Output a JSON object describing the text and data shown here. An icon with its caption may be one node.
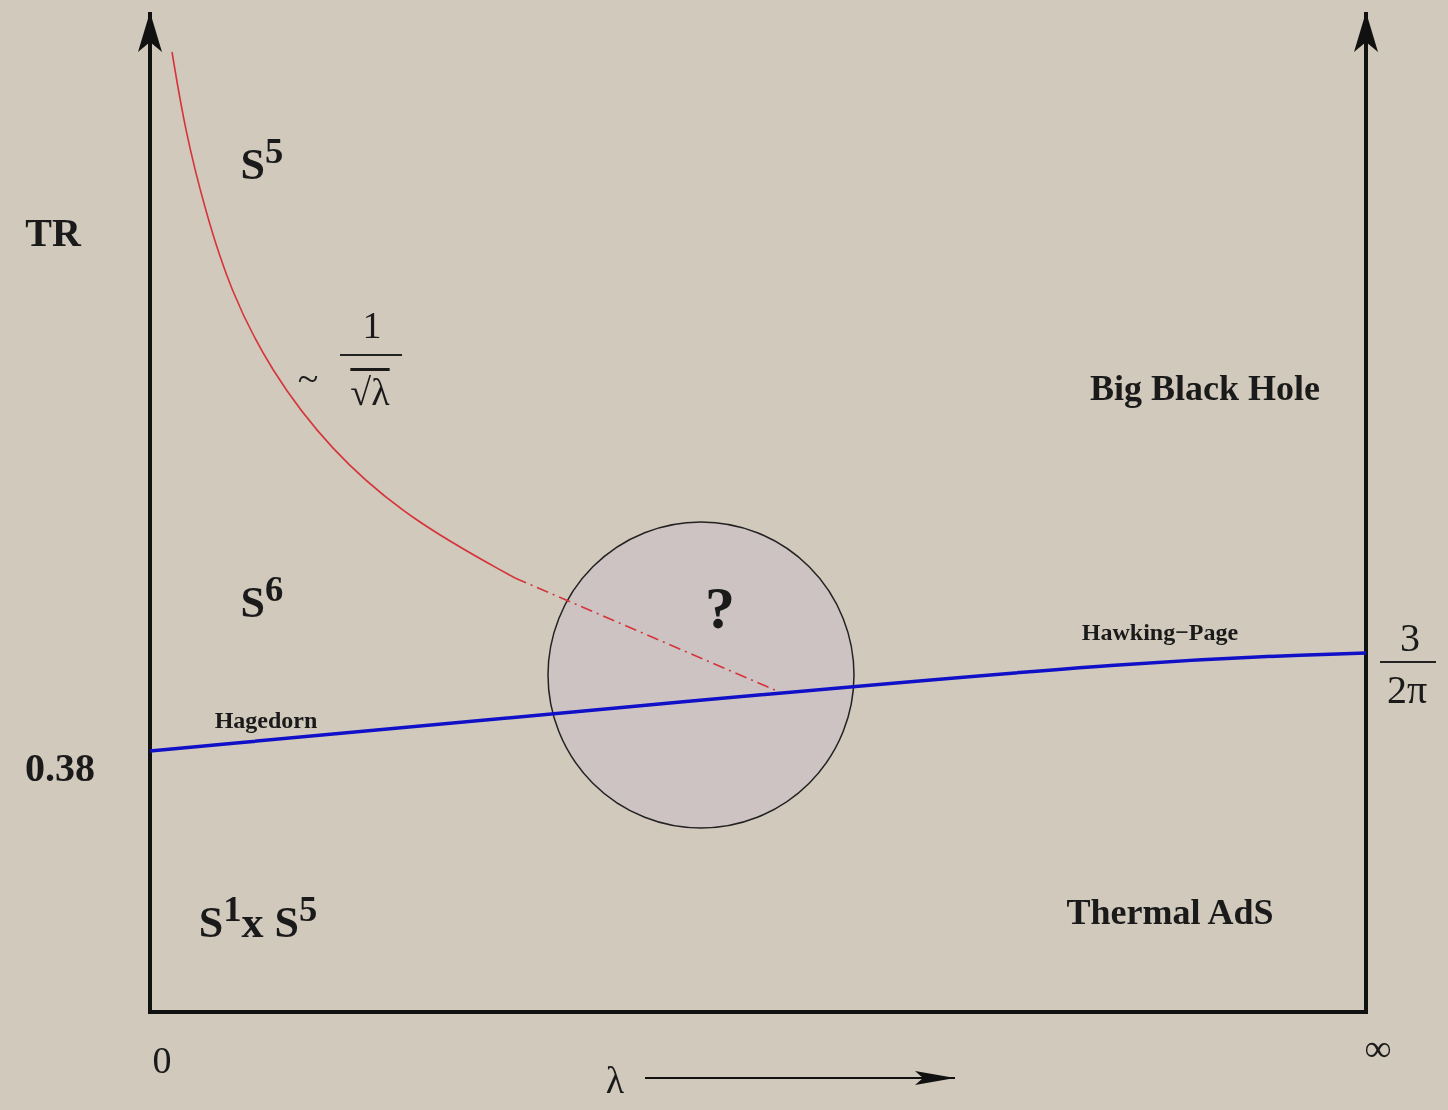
{
  "diagram": {
    "nodes": [
      {
        "text": [
          "?"
        ]
      }
    ],
    "labels": [
      "S$^{5}$",
      "TR",
      "~",
      "1",
      "√λ",
      "Big Black Hole",
      "S$^{6}$",
      "Hawking−Page",
      "3",
      "2π",
      "Hagedorn",
      "0.38",
      "S$^{1}$x S$^{5}$",
      "Thermal AdS",
      "0",
      "∞",
      "λ"
    ]
  }
}
